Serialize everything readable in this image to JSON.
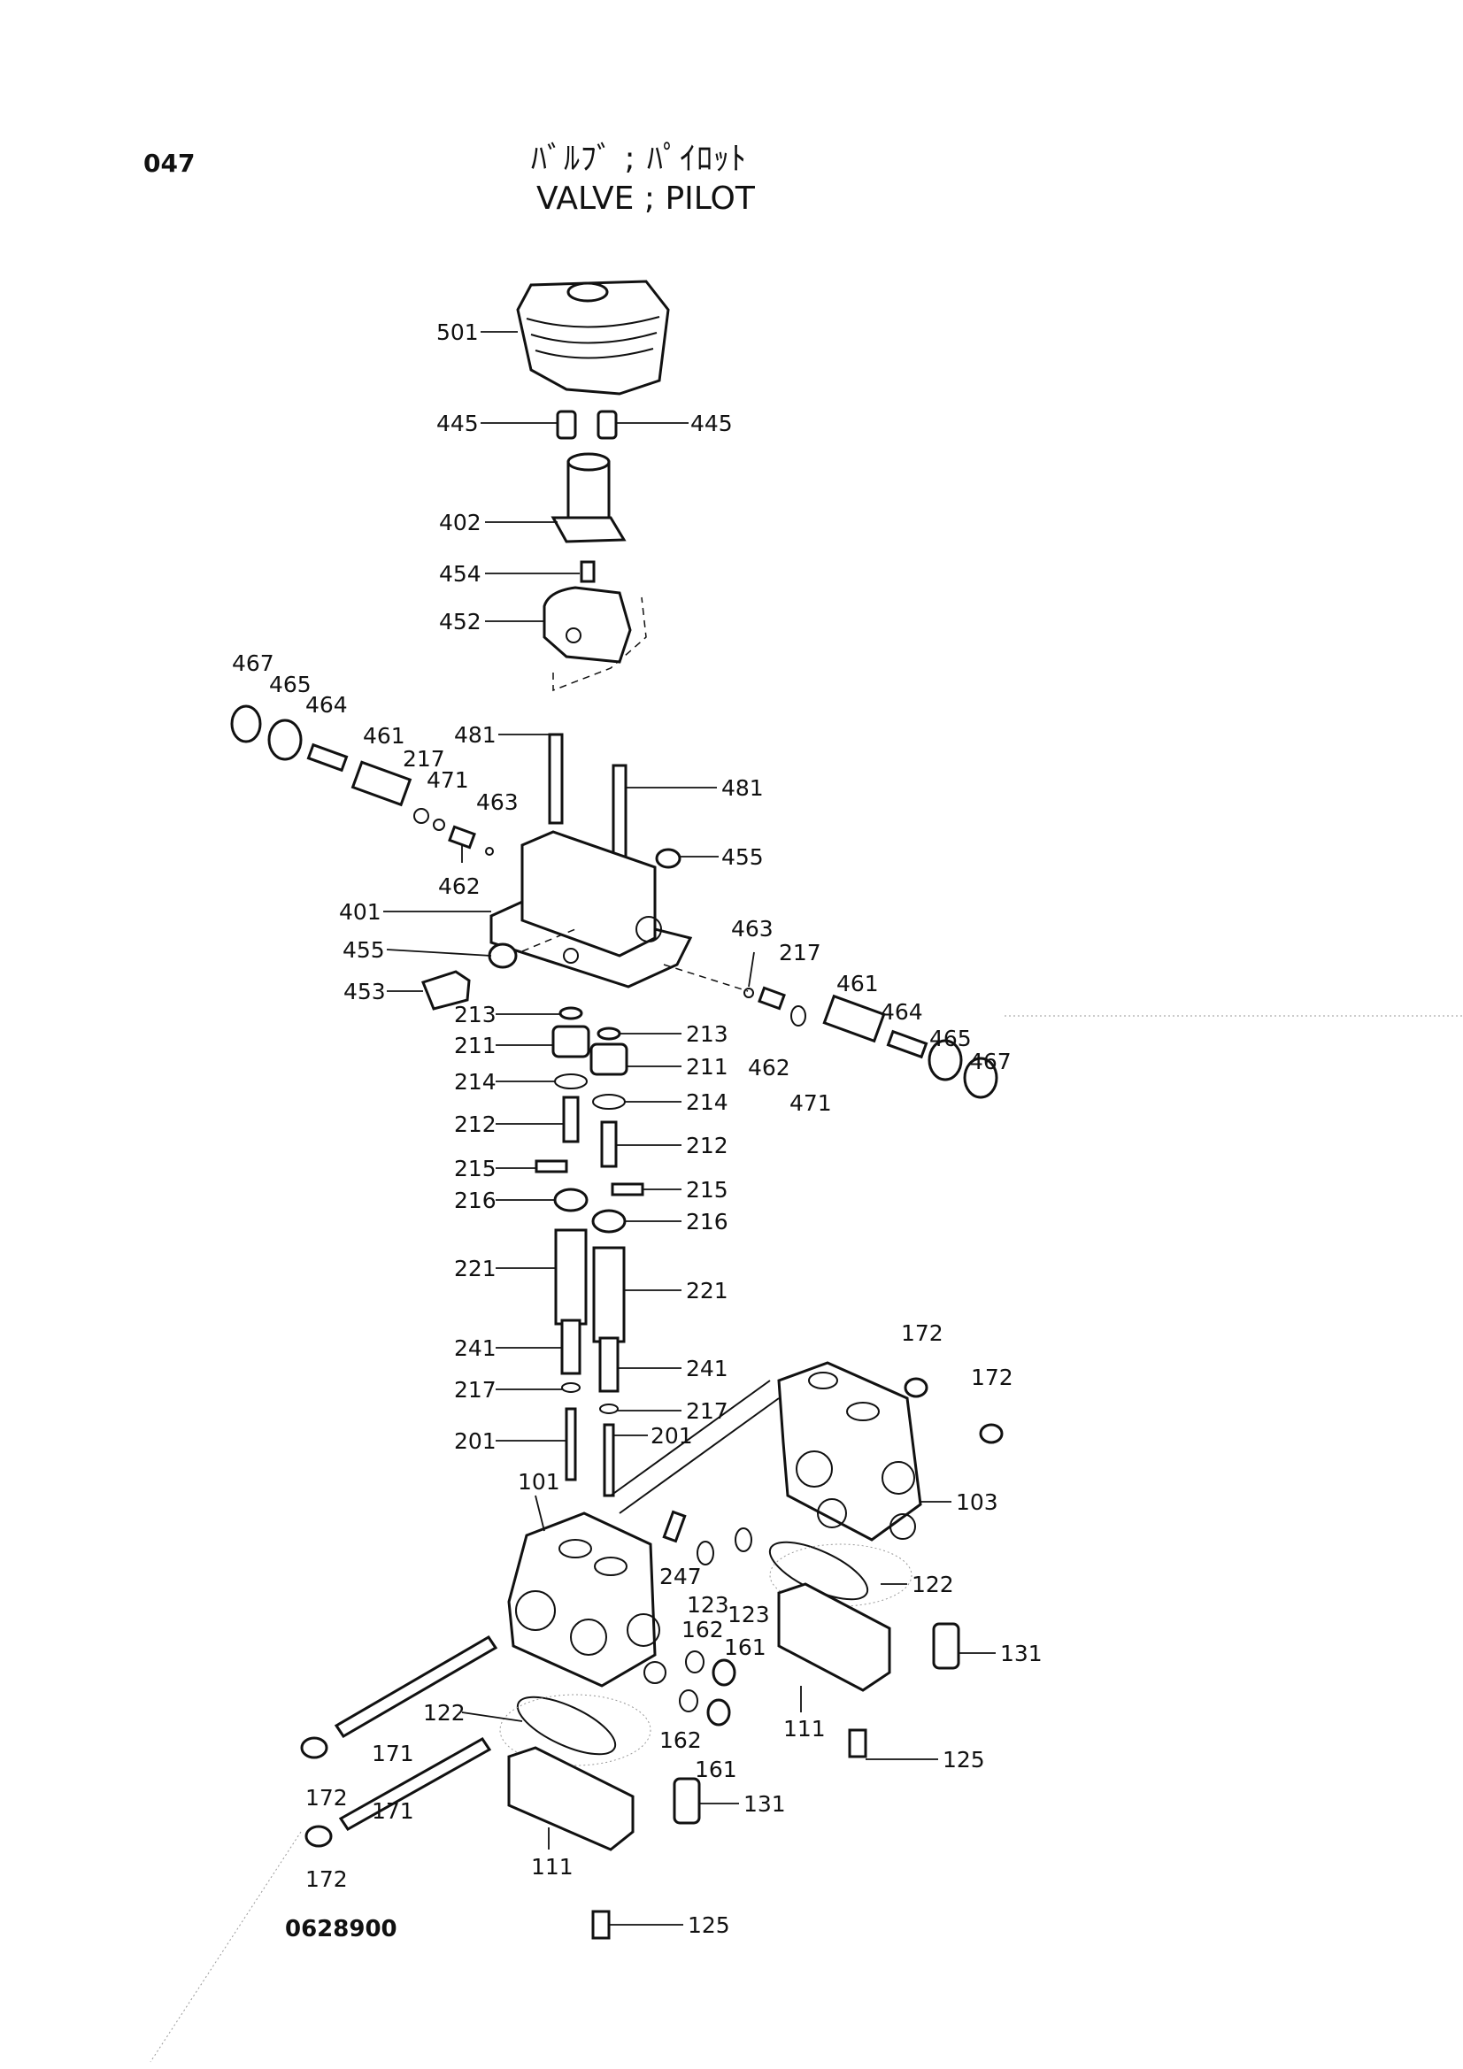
{
  "page_number": "047",
  "title_jp": "ﾊﾞﾙﾌﾞ ; ﾊﾟｲﾛｯﾄ",
  "title_en": "VALVE ; PILOT",
  "drawing_number": "0628900",
  "callouts": [
    "501",
    "445",
    "445",
    "402",
    "454",
    "452",
    "467",
    "465",
    "464",
    "461",
    "217",
    "471",
    "463",
    "481",
    "481",
    "455",
    "462",
    "401",
    "455",
    "453",
    "463",
    "217",
    "461",
    "464",
    "465",
    "467",
    "462",
    "471",
    "213",
    "213",
    "211",
    "211",
    "214",
    "214",
    "212",
    "212",
    "215",
    "215",
    "216",
    "216",
    "221",
    "221",
    "241",
    "241",
    "217",
    "217",
    "201",
    "201",
    "172",
    "172",
    "101",
    "103",
    "247",
    "123",
    "123",
    "122",
    "162",
    "161",
    "131",
    "122",
    "162",
    "161",
    "111",
    "125",
    "171",
    "171",
    "172",
    "172",
    "131",
    "111",
    "125"
  ]
}
